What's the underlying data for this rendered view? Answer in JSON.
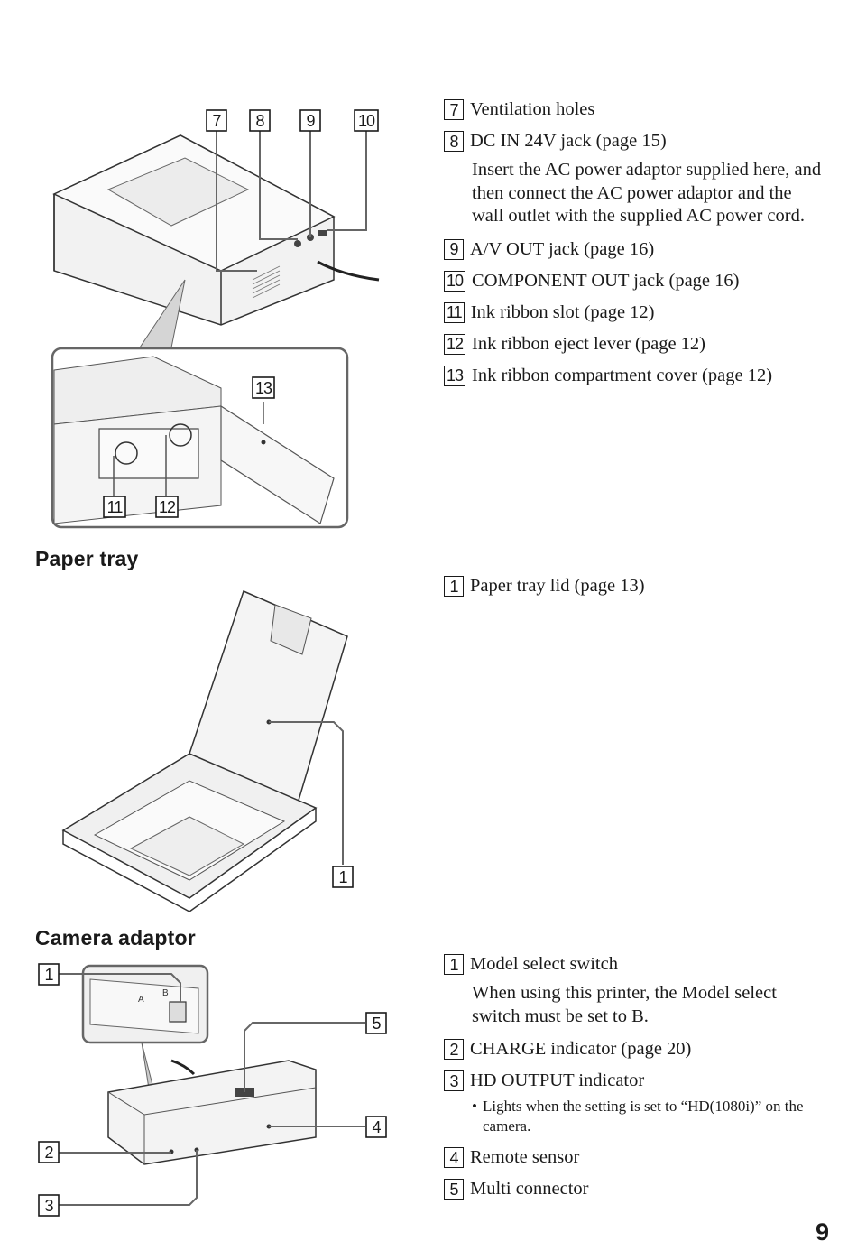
{
  "printer_section": {
    "items": [
      {
        "num": "7",
        "label": "Ventilation holes"
      },
      {
        "num": "8",
        "label": "DC IN 24V jack (page 15)",
        "note": "Insert the AC power adaptor supplied here, and then connect the AC power adaptor and the wall outlet with the supplied AC power cord."
      },
      {
        "num": "9",
        "label": "A/V OUT jack (page 16)"
      },
      {
        "num": "10",
        "label": "COMPONENT OUT jack (page 16)"
      },
      {
        "num": "11",
        "label": "Ink ribbon slot (page 12)"
      },
      {
        "num": "12",
        "label": "Ink ribbon eject lever (page 12)"
      },
      {
        "num": "13",
        "label": "Ink ribbon compartment cover (page 12)"
      }
    ],
    "figure_callouts": [
      "7",
      "8",
      "9",
      "10",
      "11",
      "12",
      "13"
    ]
  },
  "paper_tray": {
    "title": "Paper tray",
    "items": [
      {
        "num": "1",
        "label": "Paper tray lid (page 13)"
      }
    ],
    "figure_callouts": [
      "1"
    ]
  },
  "camera_adaptor": {
    "title": "Camera adaptor",
    "items": [
      {
        "num": "1",
        "label": "Model select switch",
        "note": "When using this printer, the Model select switch must be set to B."
      },
      {
        "num": "2",
        "label": "CHARGE indicator (page 20)"
      },
      {
        "num": "3",
        "label": "HD OUTPUT indicator",
        "bullet": "Lights when the setting is set to “HD(1080i)” on the camera."
      },
      {
        "num": "4",
        "label": "Remote sensor"
      },
      {
        "num": "5",
        "label": "Multi connector"
      }
    ],
    "figure_callouts": [
      "1",
      "2",
      "3",
      "4",
      "5"
    ],
    "switch_labels": [
      "A",
      "B"
    ]
  },
  "page_number": "9"
}
